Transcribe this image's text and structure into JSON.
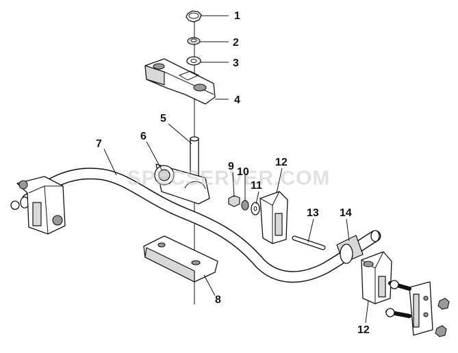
{
  "watermark": "SPECSERVER.COM",
  "callouts": [
    {
      "id": "c1",
      "text": "1"
    },
    {
      "id": "c2",
      "text": "2"
    },
    {
      "id": "c3",
      "text": "3"
    },
    {
      "id": "c4",
      "text": "4"
    },
    {
      "id": "c5",
      "text": "5"
    },
    {
      "id": "c6",
      "text": "6"
    },
    {
      "id": "c7",
      "text": "7"
    },
    {
      "id": "c8",
      "text": "8"
    },
    {
      "id": "c9",
      "text": "9"
    },
    {
      "id": "c10",
      "text": "10"
    },
    {
      "id": "c11",
      "text": "11"
    },
    {
      "id": "c12a",
      "text": "12"
    },
    {
      "id": "c12b",
      "text": "12"
    },
    {
      "id": "c13",
      "text": "13"
    },
    {
      "id": "c14",
      "text": "14"
    }
  ]
}
